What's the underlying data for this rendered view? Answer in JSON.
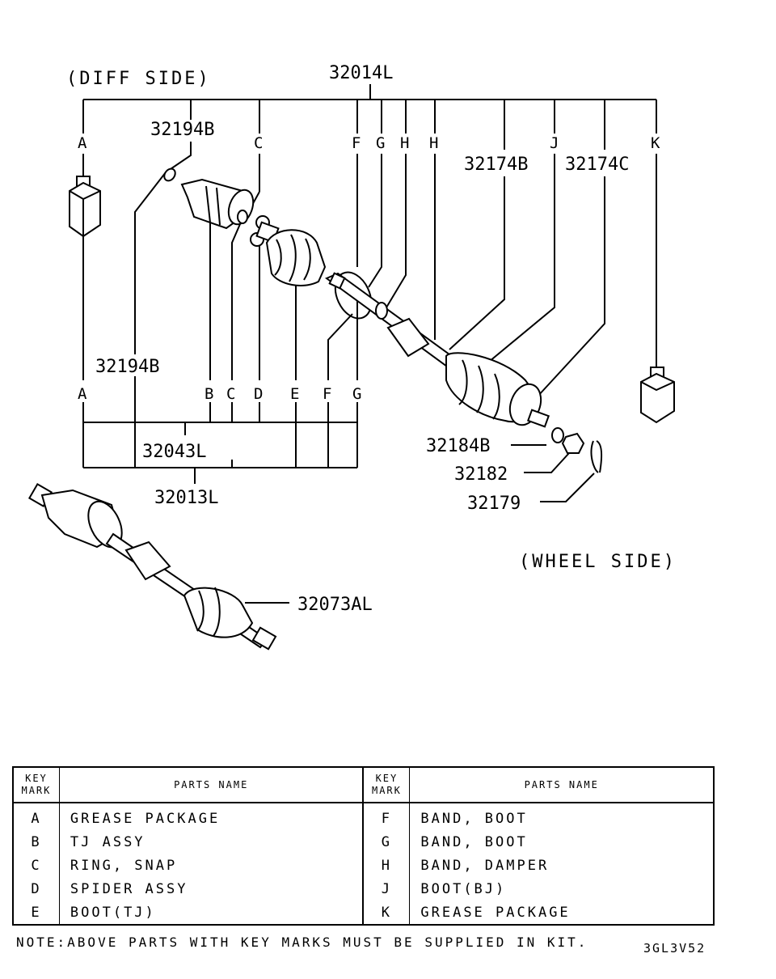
{
  "diagram": {
    "side_labels": {
      "diff": "(DIFF SIDE)",
      "wheel": "(WHEEL SIDE)"
    },
    "part_numbers": {
      "assembly_kit": "32014L",
      "grease_ring_top": "32194B",
      "grease_ring_bottom": "32194B",
      "boot_bj": "32174B",
      "band_boot_bj": "32174C",
      "washer": "32184B",
      "nut": "32182",
      "cotter_pin": "32179",
      "tj_kit": "32043L",
      "shaft_kit": "32013L",
      "shaft_assy": "32073AL"
    },
    "top_keys": [
      "A",
      "C",
      "F",
      "G",
      "H",
      "H",
      "J",
      "K"
    ],
    "bottom_keys": [
      "A",
      "B",
      "C",
      "D",
      "E",
      "F",
      "G"
    ]
  },
  "table": {
    "header": {
      "key_mark_line1": "KEY",
      "key_mark_line2": "MARK",
      "parts_name": "PARTS NAME"
    },
    "left_rows": [
      {
        "key": "A",
        "name": "GREASE PACKAGE"
      },
      {
        "key": "B",
        "name": "TJ ASSY"
      },
      {
        "key": "C",
        "name": "RING, SNAP"
      },
      {
        "key": "D",
        "name": "SPIDER ASSY"
      },
      {
        "key": "E",
        "name": "BOOT(TJ)"
      }
    ],
    "right_rows": [
      {
        "key": "F",
        "name": "BAND, BOOT"
      },
      {
        "key": "G",
        "name": "BAND, BOOT"
      },
      {
        "key": "H",
        "name": "BAND, DAMPER"
      },
      {
        "key": "J",
        "name": "BOOT(BJ)"
      },
      {
        "key": "K",
        "name": "GREASE PACKAGE"
      }
    ]
  },
  "note": "NOTE:ABOVE PARTS WITH KEY MARKS MUST BE SUPPLIED IN KIT.",
  "figure_code": "3GL3V52"
}
